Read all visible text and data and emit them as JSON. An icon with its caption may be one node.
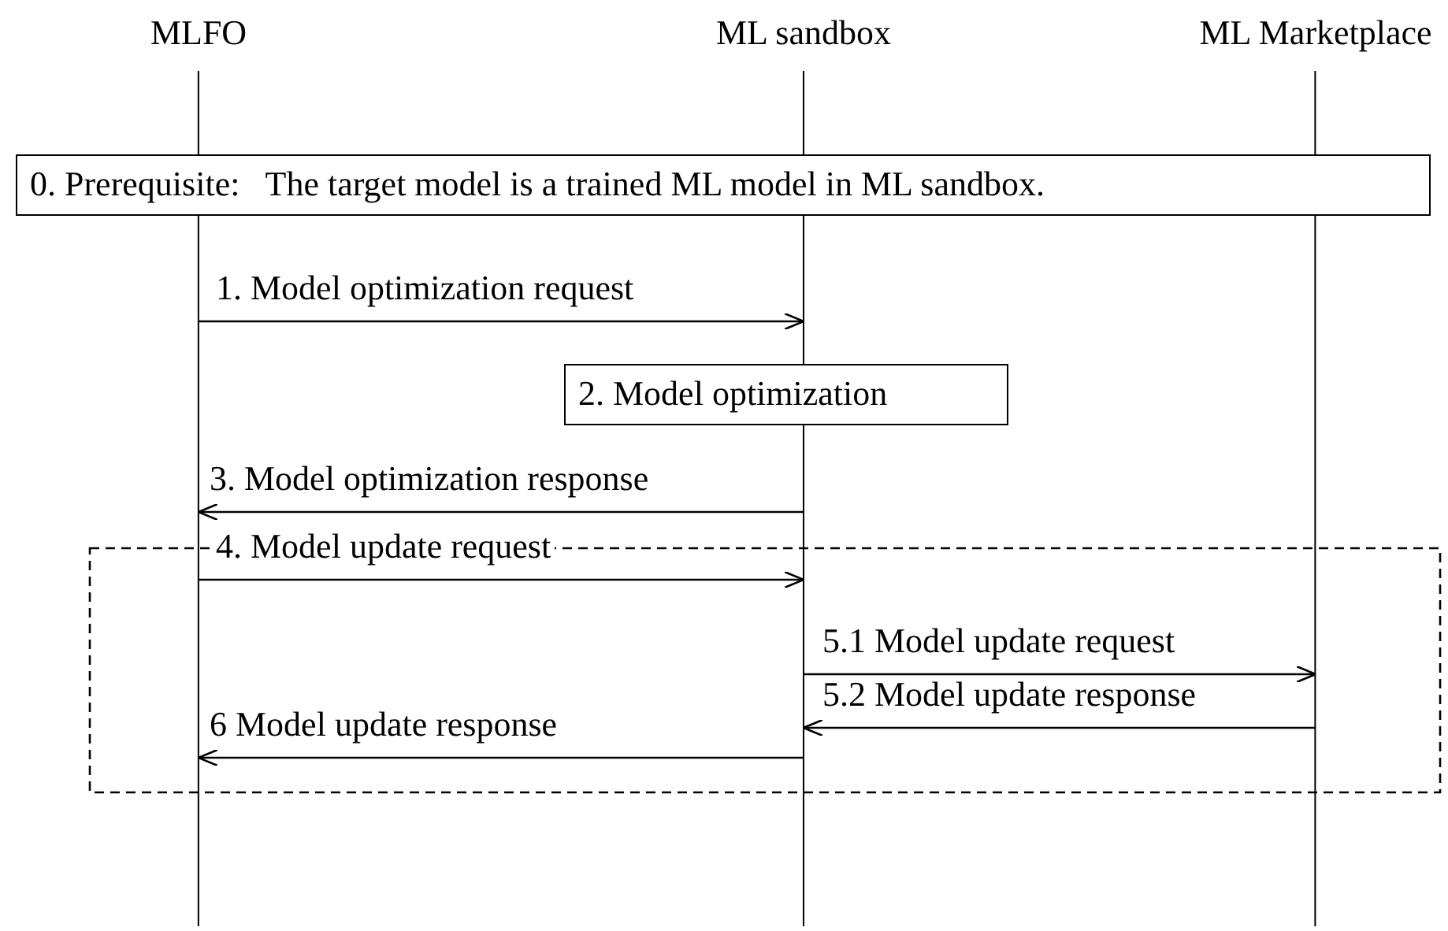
{
  "diagram": {
    "nodes": [
      {
        "text": [
          "MLFO"
        ]
      },
      {
        "text": [
          "ML sandbox"
        ]
      },
      {
        "text": [
          "ML Marketplace"
        ]
      },
      {
        "text": [
          "0. Prerequisite:   The target model is a trained ML model in ML sandbox."
        ]
      },
      {
        "text": [
          "2. Model optimization"
        ]
      }
    ],
    "edges": [
      {
        "from": 0,
        "to": 1,
        "arrow": "to",
        "label": "1. Model optimization request"
      },
      {
        "from": 1,
        "to": 0,
        "arrow": "to",
        "label": "3. Model optimization response"
      },
      {
        "from": 0,
        "to": 1,
        "arrow": "to",
        "label": "4. Model update request"
      },
      {
        "from": 1,
        "to": 2,
        "arrow": "to",
        "label": "5.1 Model update request"
      },
      {
        "from": 2,
        "to": 1,
        "arrow": "to",
        "label": "5.2 Model update response"
      },
      {
        "from": 1,
        "to": 0,
        "arrow": "to",
        "label": "6 Model update response"
      }
    ]
  }
}
